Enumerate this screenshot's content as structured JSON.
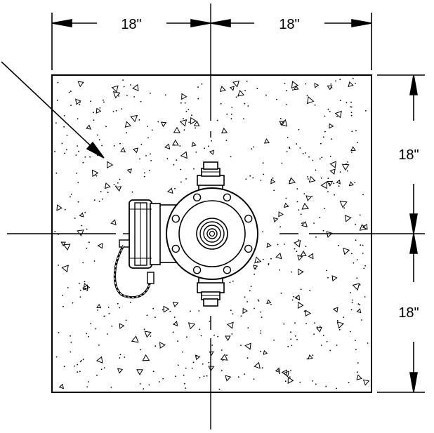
{
  "drawing": {
    "dimensions": {
      "top_left": "18\"",
      "top_right": "18\"",
      "right_upper": "18\"",
      "right_lower": "18\""
    },
    "colors": {
      "line": "#000000",
      "background": "#ffffff"
    },
    "elements": [
      "concrete-pad",
      "hydrant-flange",
      "side-pumper-nozzle",
      "hydrant-cap-chain",
      "top-operating-nut",
      "bottom-operating-nut",
      "leader-arrow"
    ]
  }
}
